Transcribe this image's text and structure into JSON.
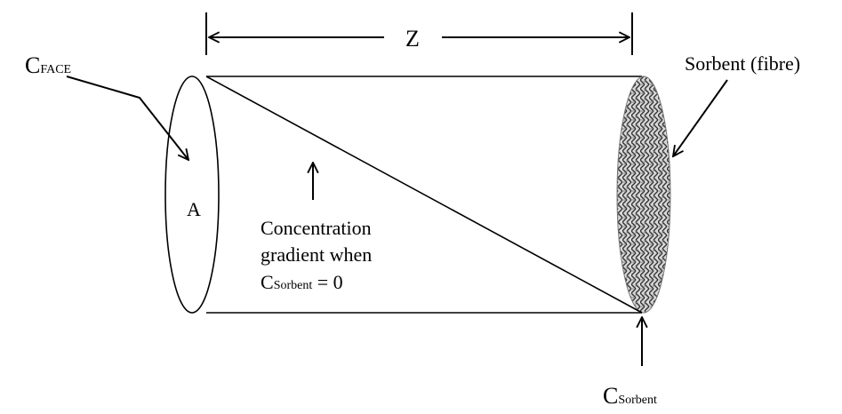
{
  "labels": {
    "length": "Z",
    "c_face_main": "C",
    "c_face_sub": "FACE",
    "area": "A",
    "sorbent_label": "Sorbent (fibre)",
    "gradient_line1": "Concentration",
    "gradient_line2": "gradient when",
    "gradient_line3_main": "C",
    "gradient_line3_sub": "Sorbent",
    "gradient_line3_rest": " = 0",
    "c_sorbent_main": "C",
    "c_sorbent_sub": "Sorbent"
  }
}
